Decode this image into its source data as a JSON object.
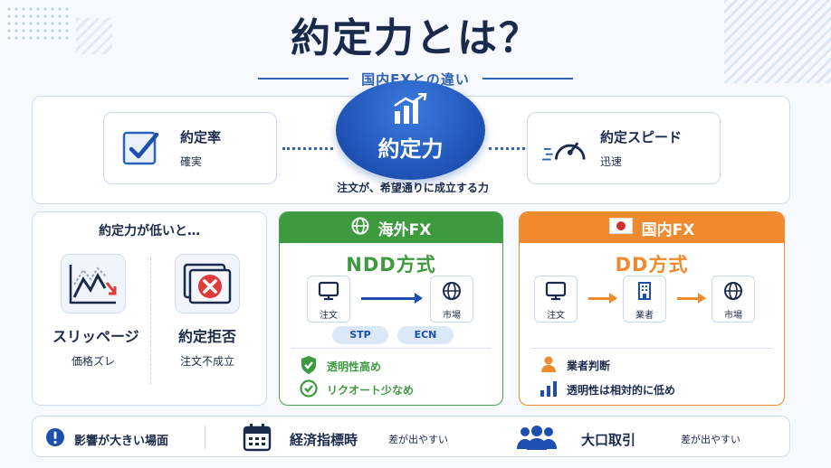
{
  "title": "約定力とは？",
  "subtitle": "国内FXとの違い",
  "top": {
    "left": {
      "title": "約定率",
      "sub": "確実",
      "icon": "checkbox-icon"
    },
    "hub": {
      "title": "約定力",
      "caption": "注文が、希望通りに成立する力",
      "icon": "growth-chart-icon"
    },
    "right": {
      "title": "約定スピード",
      "sub": "迅速",
      "icon": "speedometer-icon"
    }
  },
  "low": {
    "heading": "約定力が低いと…",
    "items": [
      {
        "title": "スリッページ",
        "sub": "価格ズレ",
        "icon": "declining-chart-icon"
      },
      {
        "title": "約定拒否",
        "sub": "注文不成立",
        "icon": "rejected-window-icon"
      }
    ]
  },
  "overseas": {
    "header": "海外FX",
    "method": "NDD方式",
    "nodes": [
      "注文",
      "市場"
    ],
    "pills": [
      "STP",
      "ECN"
    ],
    "bullets": [
      "透明性高め",
      "リクオート少なめ"
    ],
    "color": "#3e9a3e"
  },
  "domestic": {
    "header": "国内FX",
    "method": "DD方式",
    "nodes": [
      "注文",
      "業者",
      "市場"
    ],
    "bullets": [
      "業者判断",
      "透明性は相対的に低め"
    ],
    "color": "#ef8a2e"
  },
  "bottom": {
    "label": "影響が大きい場面",
    "scenes": [
      {
        "title": "経済指標時",
        "note": "差が出やすい"
      },
      {
        "title": "大口取引",
        "note": "差が出やすい"
      }
    ]
  }
}
